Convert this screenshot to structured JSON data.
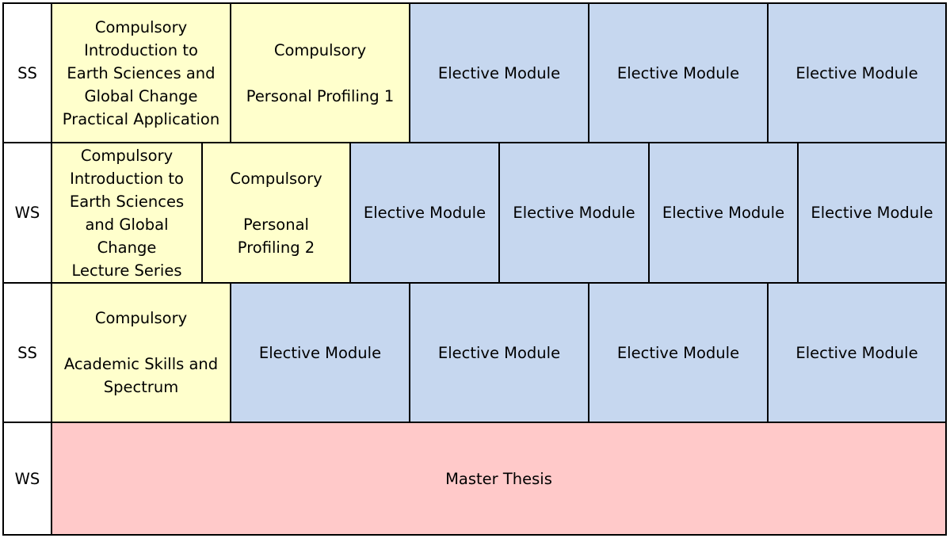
{
  "colors": {
    "compulsory": "#ffffcc",
    "elective": "#c6d7ef",
    "thesis": "#ffc9c9",
    "semester_label": "#ffffff",
    "border": "#000000"
  },
  "rows": [
    {
      "semester": "SS",
      "compulsory": [
        {
          "lines": [
            "Compulsory",
            "Introduction to",
            "Earth Sciences and",
            "Global Change",
            "Practical Application"
          ]
        },
        {
          "lines": [
            "Compulsory",
            "",
            "Personal Profiling 1"
          ]
        }
      ],
      "electives": [
        "Elective Module",
        "Elective Module",
        "Elective Module"
      ]
    },
    {
      "semester": "WS",
      "compulsory": [
        {
          "lines": [
            "Compulsory",
            "Introduction to",
            "Earth Sciences",
            "and Global",
            "Change",
            "Lecture Series"
          ]
        },
        {
          "lines": [
            "Compulsory",
            "",
            "Personal",
            "Profiling 2"
          ]
        }
      ],
      "electives": [
        "Elective Module",
        "Elective Module",
        "Elective Module",
        "Elective Module"
      ]
    },
    {
      "semester": "SS",
      "compulsory": [
        {
          "lines": [
            "Compulsory",
            "",
            "Academic Skills and",
            "Spectrum"
          ]
        }
      ],
      "electives": [
        "Elective Module",
        "Elective Module",
        "Elective Module",
        "Elective Module"
      ]
    },
    {
      "semester": "WS",
      "thesis": "Master Thesis"
    }
  ]
}
